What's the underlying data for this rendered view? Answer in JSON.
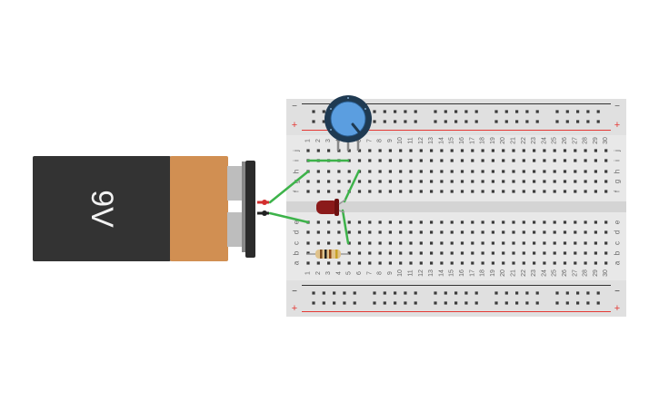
{
  "battery": {
    "label": "9V",
    "body_color": "#333333",
    "cap_color": "#d18f52"
  },
  "breadboard": {
    "columns": [
      "1",
      "2",
      "3",
      "4",
      "5",
      "6",
      "7",
      "8",
      "9",
      "10",
      "11",
      "12",
      "13",
      "14",
      "15",
      "16",
      "17",
      "18",
      "19",
      "20",
      "21",
      "22",
      "23",
      "24",
      "25",
      "26",
      "27",
      "28",
      "29",
      "30"
    ],
    "rows_top": [
      "j",
      "i",
      "h",
      "g",
      "f"
    ],
    "rows_bottom": [
      "e",
      "d",
      "c",
      "b",
      "a"
    ],
    "rail_minus": "−",
    "rail_plus": "+",
    "rail_red": "#e53935",
    "rail_dark": "#333333",
    "board_color": "#e8e8e8"
  },
  "components": {
    "potentiometer_color": "#4a90d9",
    "led_color": "#8b1a1a",
    "wire_color": "#3db34a"
  }
}
